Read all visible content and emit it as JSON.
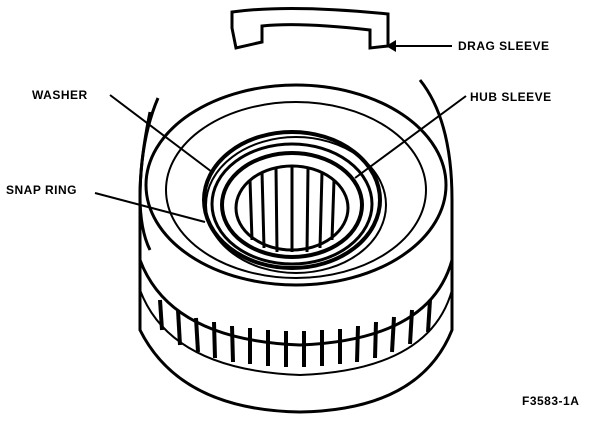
{
  "labels": {
    "drag_sleeve": "DRAG SLEEVE",
    "washer": "WASHER",
    "hub_sleeve": "HUB SLEEVE",
    "snap_ring": "SNAP RING"
  },
  "figure_id": "F3583-1A",
  "colors": {
    "ink": "#000000",
    "background": "#ffffff"
  }
}
